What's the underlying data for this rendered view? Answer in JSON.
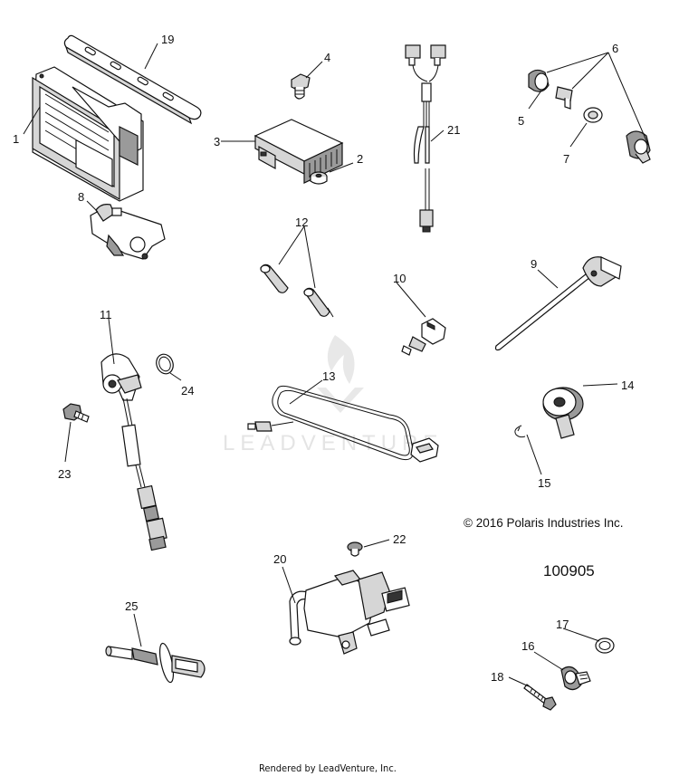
{
  "callouts": [
    "1",
    "2",
    "3",
    "4",
    "5",
    "6",
    "7",
    "8",
    "9",
    "10",
    "11",
    "12",
    "13",
    "14",
    "15",
    "16",
    "17",
    "18",
    "19",
    "20",
    "21",
    "22",
    "23",
    "24",
    "25"
  ],
  "copyright": "© 2016 Polaris Industries Inc.",
  "figure_number": "100905",
  "footer": "Rendered by LeadVenture, Inc.",
  "watermark": "LEADVENTURE"
}
